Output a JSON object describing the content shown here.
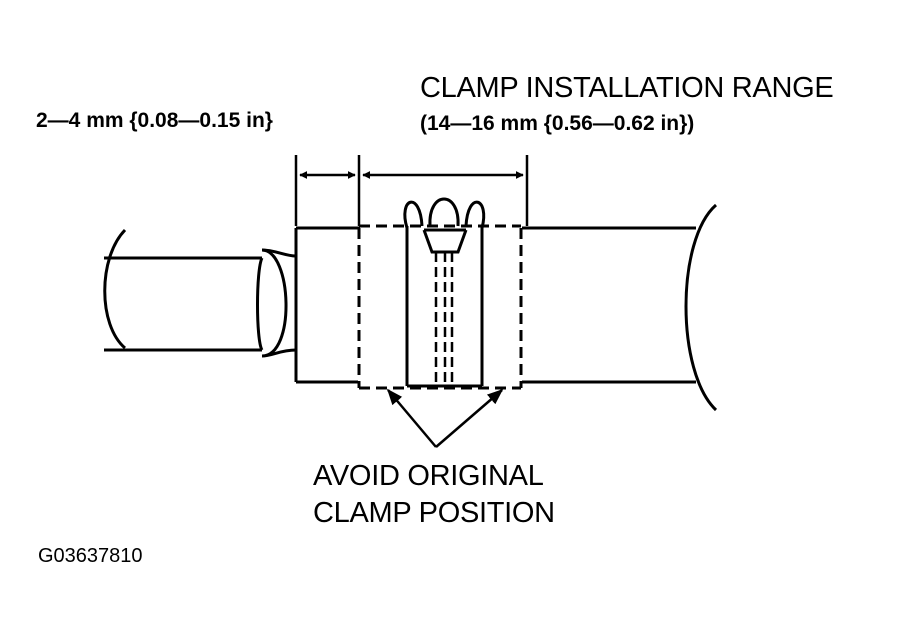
{
  "labels": {
    "gap_dimension": "2—4 mm {0.08—0.15 in}",
    "range_title": "CLAMP INSTALLATION RANGE",
    "range_value": "(14—16 mm {0.56—0.62 in})",
    "avoid_line1": "AVOID ORIGINAL",
    "avoid_line2": "CLAMP POSITION",
    "figure_code": "G03637810"
  },
  "colors": {
    "ink": "#000000",
    "background": "#ffffff"
  }
}
